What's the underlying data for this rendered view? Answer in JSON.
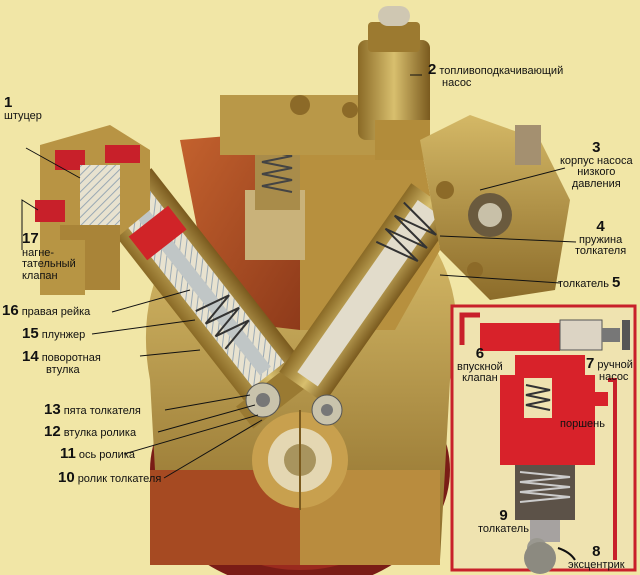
{
  "callouts": [
    {
      "num": "1",
      "text": "штуцер"
    },
    {
      "num": "2",
      "text": "топливоподкачивающий насос"
    },
    {
      "num": "3",
      "text": "корпус насоса низкого давления"
    },
    {
      "num": "4",
      "text": "пружина толкателя"
    },
    {
      "num": "5",
      "text": "толкатель"
    },
    {
      "num": "6",
      "text": "впускной клапан"
    },
    {
      "num": "7",
      "text": "ручной насос"
    },
    {
      "num": "8",
      "text": "эксцентрик"
    },
    {
      "num": "9",
      "text": "толкатель"
    },
    {
      "num": "10",
      "text": "ролик толкателя"
    },
    {
      "num": "11",
      "text": "ось ролика"
    },
    {
      "num": "12",
      "text": "втулка ролика"
    },
    {
      "num": "13",
      "text": "пята толкателя"
    },
    {
      "num": "14",
      "text": "поворотная втулка"
    },
    {
      "num": "15",
      "text": "плунжер"
    },
    {
      "num": "16",
      "text": "правая рейка"
    },
    {
      "num": "17",
      "text": "нагнетательный клапан"
    }
  ],
  "lines": {
    "l2": [
      "топливоподкачивающий",
      "насос"
    ],
    "l3": [
      "корпус насоса",
      "низкого",
      "давления"
    ],
    "l4": [
      "пружина",
      "толкателя"
    ],
    "l6": [
      "впускной",
      "клапан"
    ],
    "l7": [
      "ручной",
      "насос"
    ],
    "l14": [
      "поворотная",
      "втулка"
    ],
    "l17": [
      "нагне-",
      "тательный",
      "клапан"
    ]
  },
  "inset_label": "поршень",
  "colors": {
    "background": "#f1e6a6",
    "casting": "#c4a24c",
    "rust_section": "#b5522a",
    "fuel_red": "#d8222a",
    "inset_border": "#c8202a"
  }
}
